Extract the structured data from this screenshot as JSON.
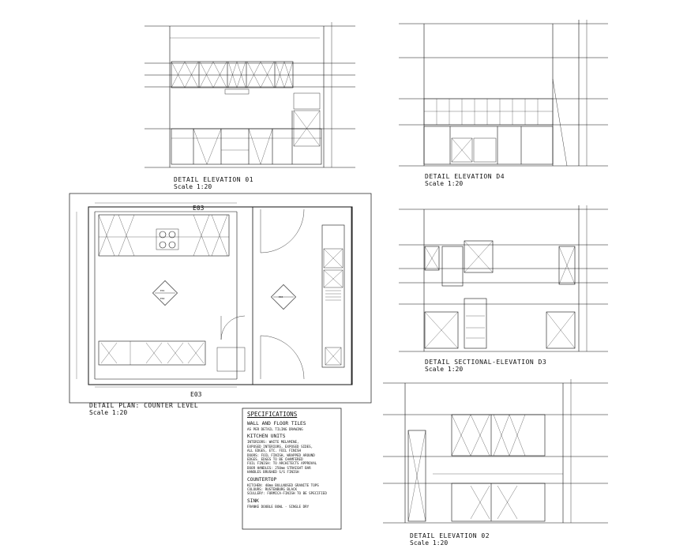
{
  "drawing_titles": {
    "e01": {
      "title": "DETAIL ELEVATION 01",
      "scale": "Scale 1:20"
    },
    "e04": {
      "title": "DETAIL ELEVATION D4",
      "scale": "Scale 1:20"
    },
    "plan": {
      "title": "DETAIL PLAN: COUNTER LEVEL",
      "scale": "Scale 1:20"
    },
    "e03": {
      "title": "DETAIL SECTIONAL-ELEVATION D3",
      "scale": "Scale 1:20"
    },
    "e02": {
      "title": "DETAIL ELEVATION 02",
      "scale": "Scale 1:20"
    }
  },
  "plan_markers": {
    "e03_top": "E03",
    "e03_bottom": "E03",
    "e01": "E01",
    "e02": "E02",
    "e04": "E04"
  },
  "specifications": {
    "heading": "SPECIFICATIONS",
    "sections": [
      {
        "title": "WALL AND FLOOR TILES",
        "lines": [
          "AS PER DETAIL TILING DRAWING"
        ]
      },
      {
        "title": "KITCHEN UNITS",
        "lines": [
          "INTERIORS: WHITE MELAMINE,",
          "EXPOSED INTERIORS, EXPOSED SIDES,",
          "ALL EDGES, ETC. FOIL FINISH",
          "DOORS: FOIL FINISH, WRAPPED AROUND",
          "EDGES. EDGES TO BE CHAMFERED",
          "FOIL FINISH: TO ARCHITECTS APPROVAL",
          "DOOR HANDLES: 250mm STRAIGHT BAR",
          "HANDLES BRUSHED S/S FINISH"
        ]
      },
      {
        "title": "COUNTERTOP",
        "lines": [
          "KITCHEN: 40mm BULLNOSED GRANITE TOPS",
          "COLOURS: RUSTENBURG BLACK",
          "SCULLERY: FORMICA-FINISH TO BE SPECIFIED"
        ]
      },
      {
        "title": "SINK",
        "lines": [
          "FRANKE DOUBLE BOWL - SINGLE DRY"
        ]
      }
    ]
  }
}
